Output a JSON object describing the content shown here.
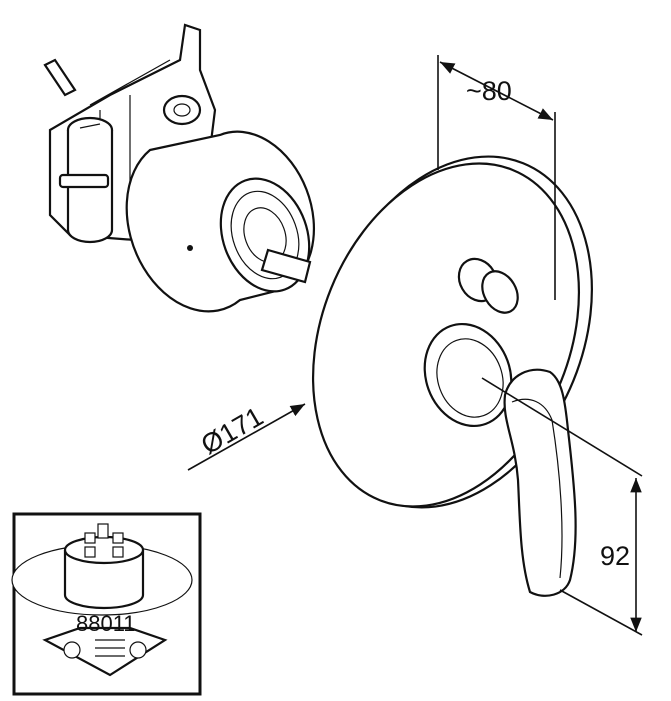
{
  "dimensions": {
    "depth": "~80",
    "diameter": "Ø171",
    "lever_height": "92"
  },
  "inset": {
    "part_number": "88011"
  }
}
